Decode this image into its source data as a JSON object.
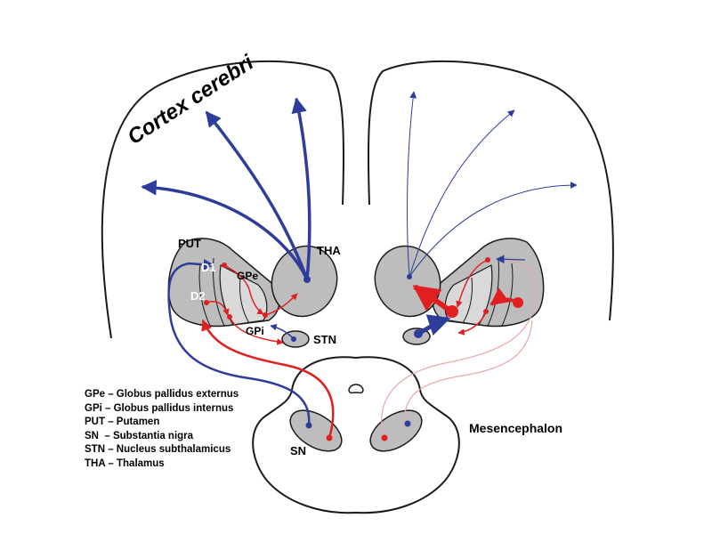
{
  "labels": {
    "cortex": "Cortex cerebri",
    "put": "PUT",
    "tha": "THA",
    "gpe": "GPe",
    "gpi": "GPi",
    "stn": "STN",
    "d1": "D1",
    "d2": "D2",
    "sn": "SN",
    "mesencephalon": "Mesencephalon"
  },
  "legend": [
    "GPe – Globus pallidus externus",
    "GPi – Globus pallidus internus",
    "PUT – Putamen",
    "SN  – Substantia nigra",
    "STN – Nucleus subthalamicus",
    "THA – Thalamus"
  ],
  "colors": {
    "outline": "#1a1a1a",
    "nucleus_fill": "#bdbdbd",
    "nucleus_light": "#d9d9d9",
    "pathway_blue": "#2e3d99",
    "pathway_red": "#e02020",
    "pathway_faint": "#e8a8a8"
  }
}
